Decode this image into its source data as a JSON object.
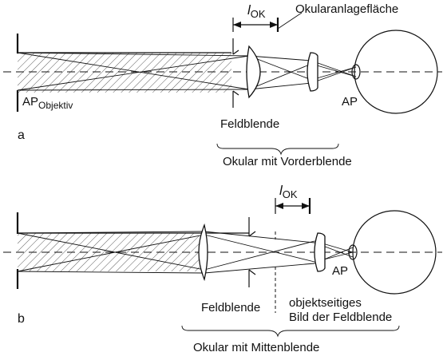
{
  "panel_a": {
    "letter": "a",
    "dimension_symbol": "l",
    "dimension_subscript": "OK",
    "eyecup_label": "Okularanlagefläche",
    "exit_pupil_label": "AP",
    "exit_pupil_sub": "Objektiv",
    "eye_pupil_label": "AP",
    "field_stop_label": "Feldblende",
    "group_label": "Okular mit Vorderblende"
  },
  "panel_b": {
    "letter": "b",
    "dimension_symbol": "l",
    "dimension_subscript": "OK",
    "eye_pupil_label": "AP",
    "field_stop_label": "Feldblende",
    "image_label_line1": "objektseitiges",
    "image_label_line2": "Bild der Feldblende",
    "group_label": "Okular mit Mittenblende"
  }
}
